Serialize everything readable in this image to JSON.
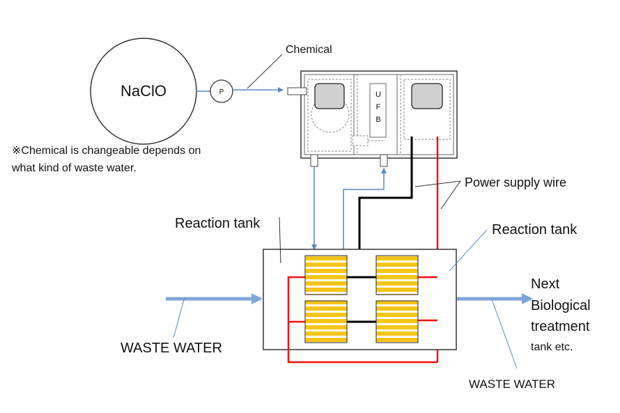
{
  "labels": {
    "naclo": "NaClO",
    "pump": "P",
    "chemical": "Chemical",
    "note_line1": "※Chemical is changeable depends on",
    "note_line2": "what kind of waste water.",
    "ufb_u": "U",
    "ufb_f": "F",
    "ufb_b": "B",
    "power_supply_wire": "Power supply wire",
    "reaction_tank_left": "Reaction tank",
    "reaction_tank_right": "Reaction tank",
    "waste_water_in": "WASTE WATER",
    "waste_water_out": "WASTE WATER",
    "next_line1": "Next",
    "next_line2": "Biological",
    "next_line3": "treatment",
    "next_line4": "tank etc."
  },
  "colors": {
    "power_positive": "#ee1111",
    "power_negative": "#000000",
    "water_flow": "#7fa6d8",
    "pipe": "#5b86c4",
    "electrode_fill": "#f5c518",
    "electrode_stripe": "#ffffff",
    "outline": "#333333"
  }
}
